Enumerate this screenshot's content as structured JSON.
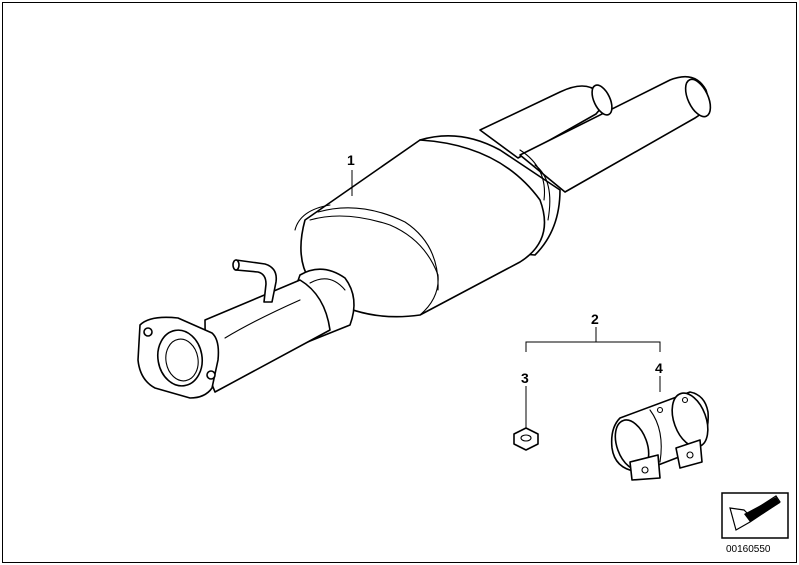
{
  "callouts": {
    "c1": "1",
    "c2": "2",
    "c3": "3",
    "c4": "4"
  },
  "document_number": "00160550",
  "icons": {
    "nav_arrow": "bent-arrow-icon"
  },
  "colors": {
    "line": "#000000",
    "background": "#ffffff"
  }
}
